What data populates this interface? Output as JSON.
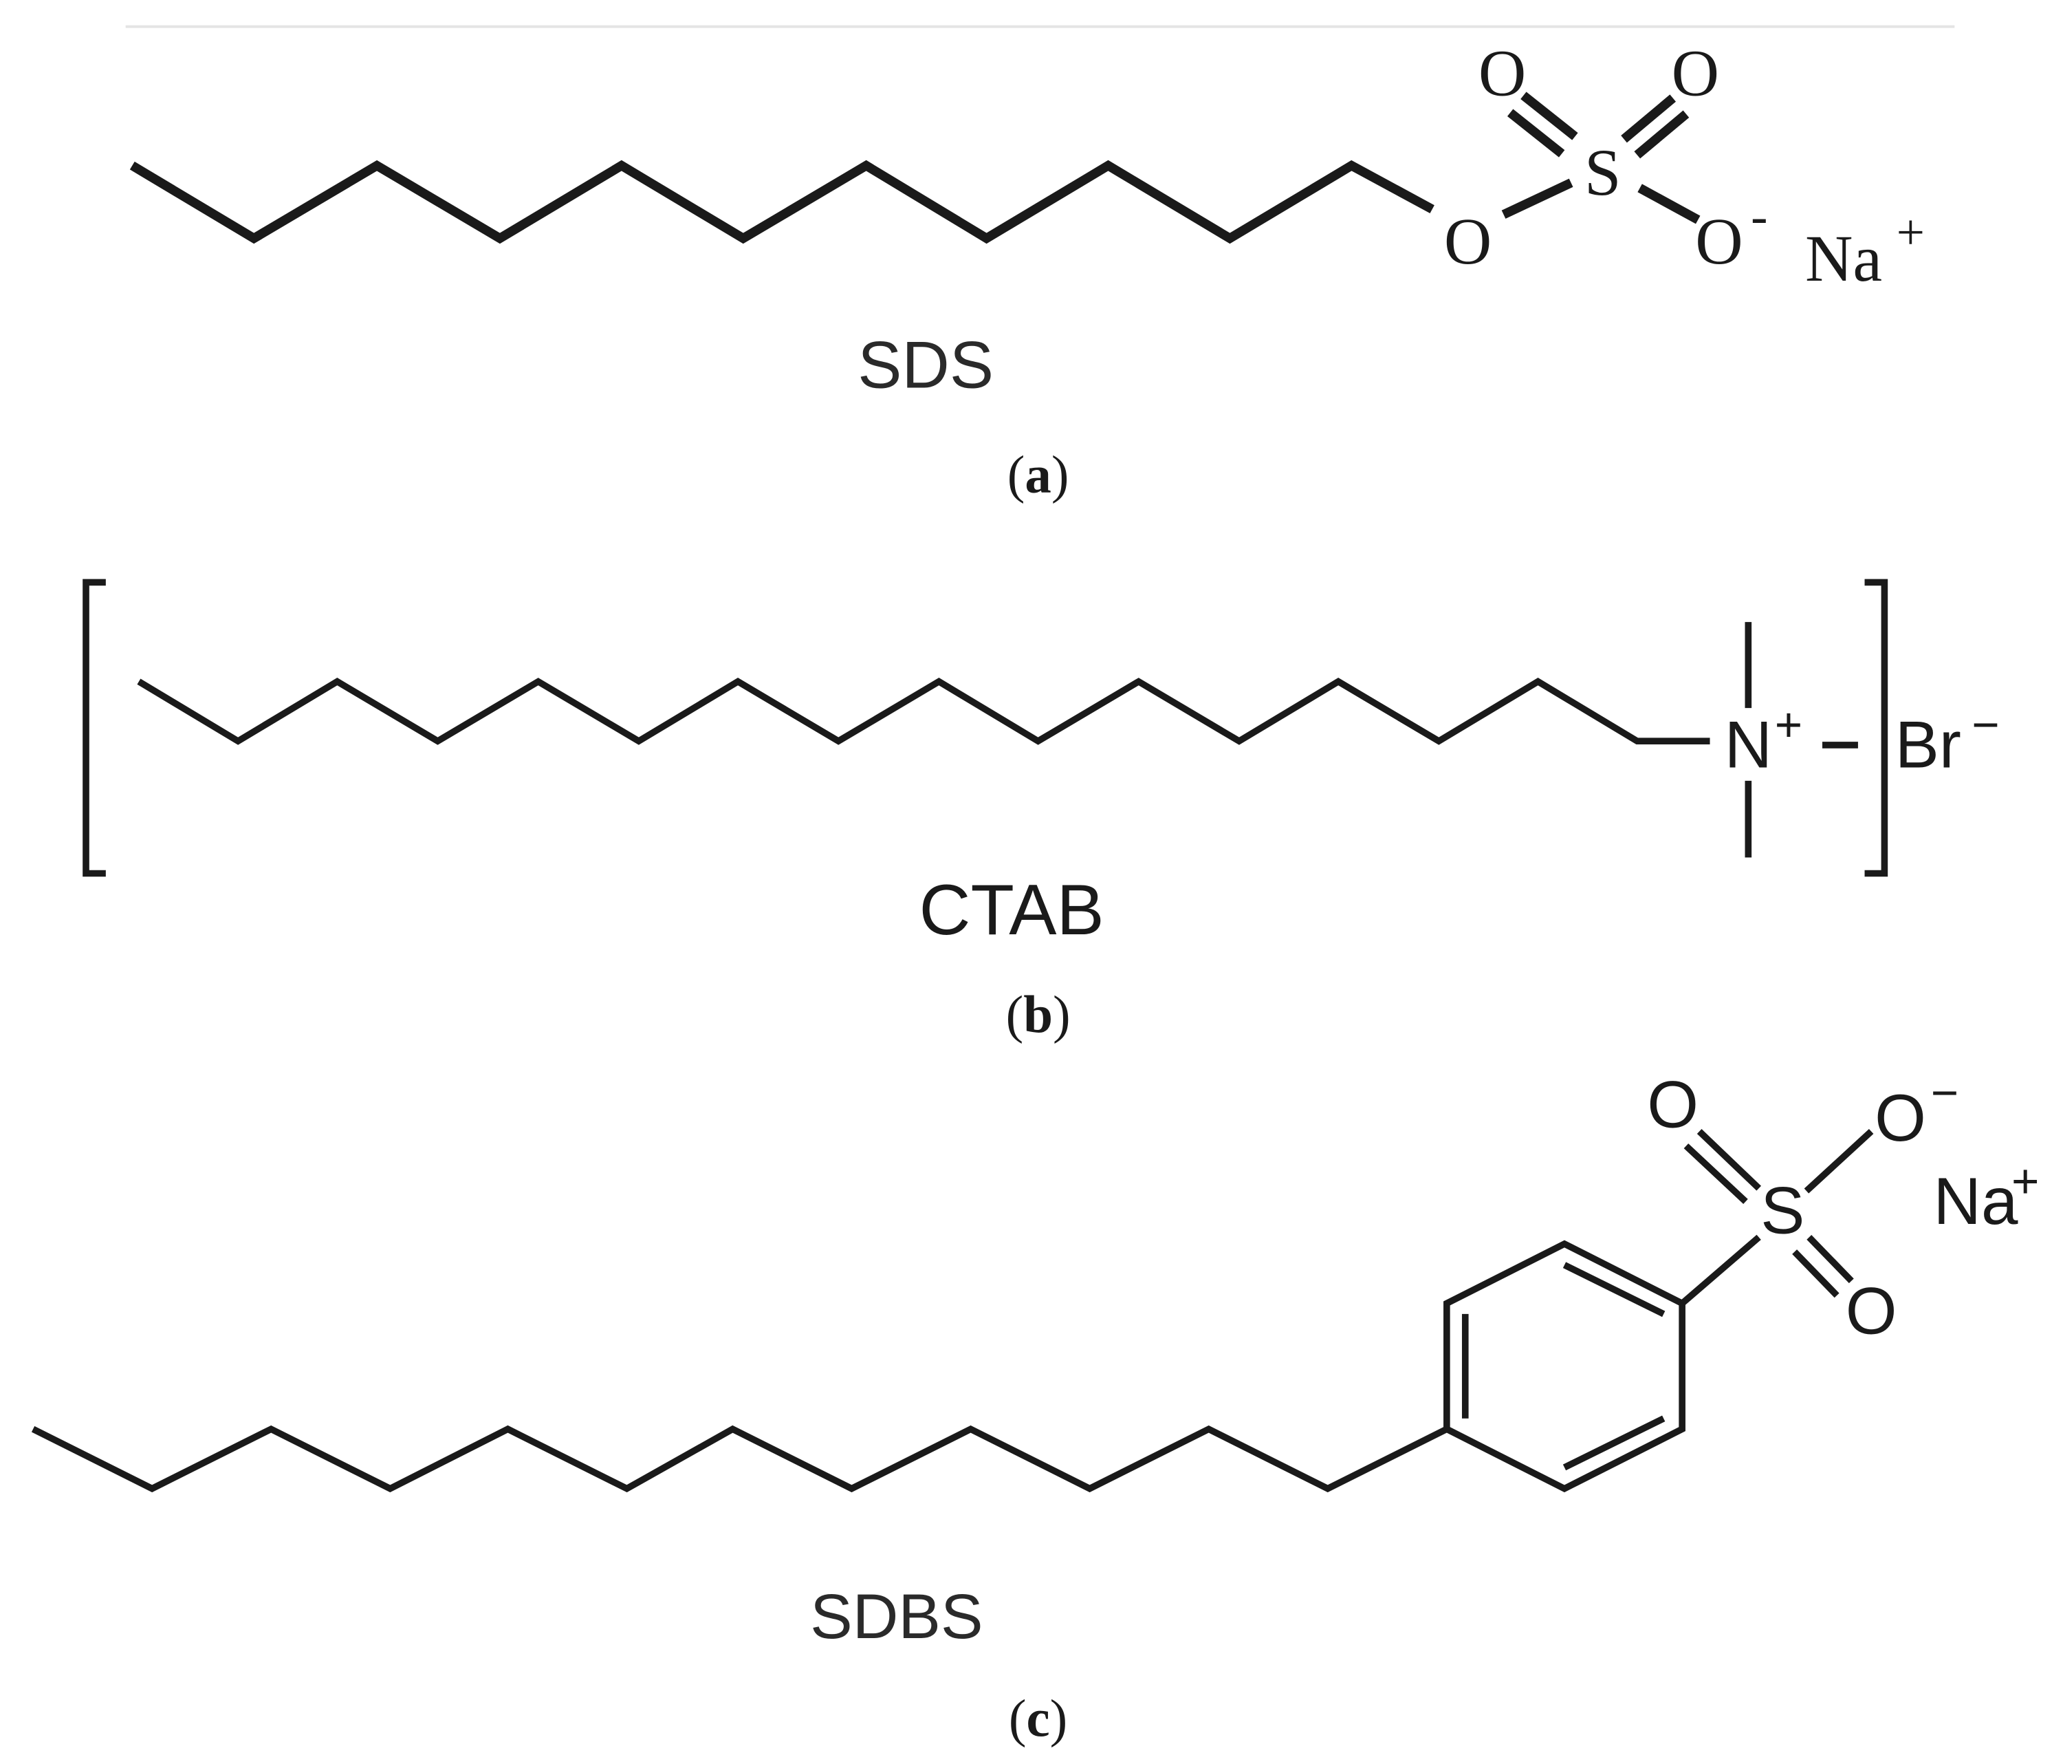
{
  "panels": {
    "a": {
      "molecule_name": "SDS",
      "panel_label_letter": "a",
      "atoms": {
        "ester_oxygen": "O",
        "sulfur": "S",
        "oxygen_top_left": "O",
        "oxygen_top_right": "O",
        "oxygen_anion": "O",
        "anion_charge": "-",
        "counter_ion": "Na",
        "counter_ion_charge": "+"
      }
    },
    "b": {
      "molecule_name": "CTAB",
      "panel_label_letter": "b",
      "atoms": {
        "nitrogen": "N",
        "nitrogen_charge": "+",
        "counter_ion": "Br",
        "counter_ion_charge": "−"
      }
    },
    "c": {
      "molecule_name": "SDBS",
      "panel_label_letter": "c",
      "atoms": {
        "sulfur": "S",
        "oxygen_top_left": "O",
        "oxygen_anion": "O",
        "anion_charge": "−",
        "oxygen_bottom": "O",
        "counter_ion": "Na",
        "counter_ion_charge": "+"
      }
    }
  },
  "label_open": "(",
  "label_close": ")"
}
